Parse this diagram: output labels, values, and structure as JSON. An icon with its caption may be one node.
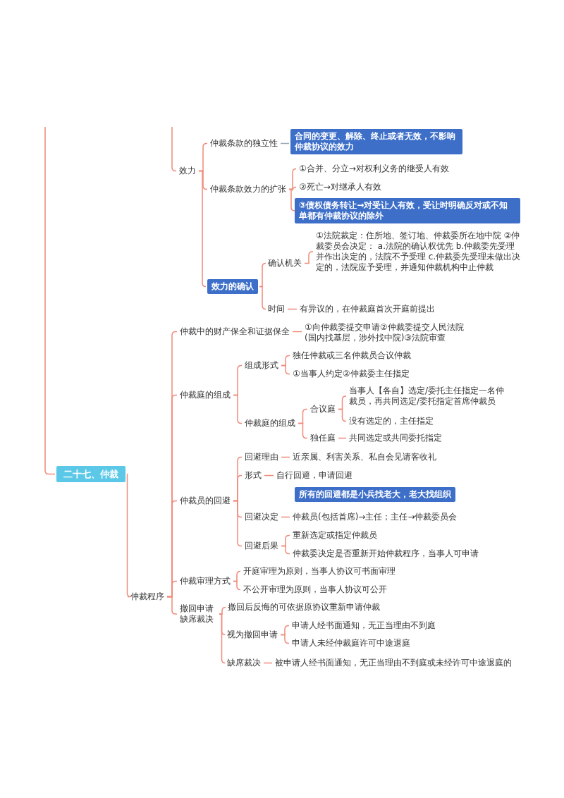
{
  "diagram": {
    "nodes": [
      {
        "text": [
          "二十七、仲裁"
        ]
      },
      {
        "text": [
          "效力"
        ]
      },
      {
        "text": [
          "仲裁条款的独立性"
        ]
      },
      {
        "text": [
          "合同的变更、解除、终止或者无效，不影响仲裁协议的效力"
        ]
      },
      {
        "text": [
          "仲裁条款效力的扩张"
        ]
      },
      {
        "text": [
          "①合并、分立→对权利义务的继受人有效"
        ]
      },
      {
        "text": [
          "②死亡→对继承人有效"
        ]
      },
      {
        "text": [
          "③债权债务转让→对受让人有效，受让时明确反对或不知单都有仲裁协议的除外"
        ]
      },
      {
        "text": [
          "效力的确认"
        ]
      },
      {
        "text": [
          "确认机关"
        ]
      },
      {
        "text": [
          "①法院裁定：住所地、签订地、仲裁委所在地中院 ②仲裁委员会决定： a.法院的确认权优先 b.仲裁委先受理并作出决定的，法院不予受理 c.仲裁委先受理未做出决定的，法院应予受理，并通知仲裁机构中止仲裁"
        ]
      },
      {
        "text": [
          "时间"
        ]
      },
      {
        "text": [
          "有异议的，在仲裁庭首次开庭前提出"
        ]
      },
      {
        "text": [
          "仲裁程序"
        ]
      },
      {
        "text": [
          "仲裁中的财产保全和证据保全"
        ]
      },
      {
        "text": [
          "①向仲裁委提交申请②仲裁委提交人民法院(国内找基层，涉外找中院)③法院审查"
        ]
      },
      {
        "text": [
          "仲裁庭的组成"
        ]
      },
      {
        "text": [
          "组成形式"
        ]
      },
      {
        "text": [
          "独任仲裁或三名仲裁员合议仲裁"
        ]
      },
      {
        "text": [
          "①当事人约定②仲裁委主任指定"
        ]
      },
      {
        "text": [
          "仲裁庭的组成"
        ]
      },
      {
        "text": [
          "合议庭"
        ]
      },
      {
        "text": [
          "当事人【各自】选定/委托主任指定一名仲裁员，再共同选定/委托指定首席仲裁员"
        ]
      },
      {
        "text": [
          "没有选定的，主任指定"
        ]
      },
      {
        "text": [
          "独任庭"
        ]
      },
      {
        "text": [
          "共同选定或共同委托指定"
        ]
      },
      {
        "text": [
          "仲裁员的回避"
        ]
      },
      {
        "text": [
          "回避理由"
        ]
      },
      {
        "text": [
          "近亲属、利害关系、私自会见请客收礼"
        ]
      },
      {
        "text": [
          "形式"
        ]
      },
      {
        "text": [
          "自行回避，申请回避"
        ]
      },
      {
        "text": [
          "回避决定"
        ]
      },
      {
        "text": [
          "仲裁员(包括首席)→主任；主任→仲裁委员会"
        ]
      },
      {
        "text": [
          "所有的回避都是小兵找老大，老大找组织"
        ]
      },
      {
        "text": [
          "回避后果"
        ]
      },
      {
        "text": [
          "重新选定或指定仲裁员"
        ]
      },
      {
        "text": [
          "仲裁委决定是否重新开始仲裁程序，当事人可申请"
        ]
      },
      {
        "text": [
          "仲裁审理方式"
        ]
      },
      {
        "text": [
          "开庭审理为原则，当事人协议可书面审理"
        ]
      },
      {
        "text": [
          "不公开审理为原则，当事人协议可公开"
        ]
      },
      {
        "text": [
          "撤回申请缺席裁决"
        ]
      },
      {
        "text": [
          "撤回后反悔的可依据原协议重新申请仲裁"
        ]
      },
      {
        "text": [
          "视为撤回申请"
        ]
      },
      {
        "text": [
          "申请人经书面通知，无正当理由不到庭"
        ]
      },
      {
        "text": [
          "申请人未经仲裁庭许可中途退庭"
        ]
      },
      {
        "text": [
          "缺席裁决"
        ]
      },
      {
        "text": [
          "被申请人经书面通知，无正当理由不到庭或未经许可中途退庭的"
        ]
      }
    ],
    "edges": [
      {
        "from": null,
        "to": 0,
        "arrow": "none"
      },
      {
        "from": null,
        "to": 1,
        "arrow": "none"
      },
      {
        "from": 1,
        "to": 2,
        "arrow": "none"
      },
      {
        "from": 2,
        "to": 3,
        "arrow": "none",
        "color": "#9aa7b8"
      },
      {
        "from": 1,
        "to": 4,
        "arrow": "none"
      },
      {
        "from": 4,
        "to": 5,
        "arrow": "none"
      },
      {
        "from": 4,
        "to": 6,
        "arrow": "none"
      },
      {
        "from": 4,
        "to": 7,
        "arrow": "none"
      },
      {
        "from": 1,
        "to": 8,
        "arrow": "none"
      },
      {
        "from": 8,
        "to": 9,
        "arrow": "none"
      },
      {
        "from": 9,
        "to": 10,
        "arrow": "none"
      },
      {
        "from": 8,
        "to": 11,
        "arrow": "none"
      },
      {
        "from": 11,
        "to": 12,
        "arrow": "none"
      },
      {
        "from": 0,
        "to": 13,
        "arrow": "none"
      },
      {
        "from": 13,
        "to": 14,
        "arrow": "none"
      },
      {
        "from": 14,
        "to": 15,
        "arrow": "none"
      },
      {
        "from": 13,
        "to": 16,
        "arrow": "none"
      },
      {
        "from": 16,
        "to": 17,
        "arrow": "none"
      },
      {
        "from": 17,
        "to": 18,
        "arrow": "none"
      },
      {
        "from": 17,
        "to": 19,
        "arrow": "none"
      },
      {
        "from": 16,
        "to": 20,
        "arrow": "none"
      },
      {
        "from": 20,
        "to": 21,
        "arrow": "none"
      },
      {
        "from": 21,
        "to": 22,
        "arrow": "none"
      },
      {
        "from": 21,
        "to": 23,
        "arrow": "none"
      },
      {
        "from": 20,
        "to": 24,
        "arrow": "none"
      },
      {
        "from": 24,
        "to": 25,
        "arrow": "none"
      },
      {
        "from": 13,
        "to": 26,
        "arrow": "none"
      },
      {
        "from": 26,
        "to": 27,
        "arrow": "none"
      },
      {
        "from": 27,
        "to": 28,
        "arrow": "none"
      },
      {
        "from": 26,
        "to": 29,
        "arrow": "none"
      },
      {
        "from": 29,
        "to": 30,
        "arrow": "none"
      },
      {
        "from": 26,
        "to": 31,
        "arrow": "none"
      },
      {
        "from": 31,
        "to": 32,
        "arrow": "none"
      },
      {
        "from": 26,
        "to": 34,
        "arrow": "none"
      },
      {
        "from": 34,
        "to": 35,
        "arrow": "none"
      },
      {
        "from": 34,
        "to": 36,
        "arrow": "none"
      },
      {
        "from": 13,
        "to": 37,
        "arrow": "none"
      },
      {
        "from": 37,
        "to": 38,
        "arrow": "none"
      },
      {
        "from": 37,
        "to": 39,
        "arrow": "none"
      },
      {
        "from": 13,
        "to": 40,
        "arrow": "none"
      },
      {
        "from": 40,
        "to": 41,
        "arrow": "none"
      },
      {
        "from": 40,
        "to": 42,
        "arrow": "none"
      },
      {
        "from": 42,
        "to": 43,
        "arrow": "none"
      },
      {
        "from": 42,
        "to": 44,
        "arrow": "none"
      },
      {
        "from": 40,
        "to": 45,
        "arrow": "none"
      },
      {
        "from": 45,
        "to": 46,
        "arrow": "none"
      }
    ]
  }
}
